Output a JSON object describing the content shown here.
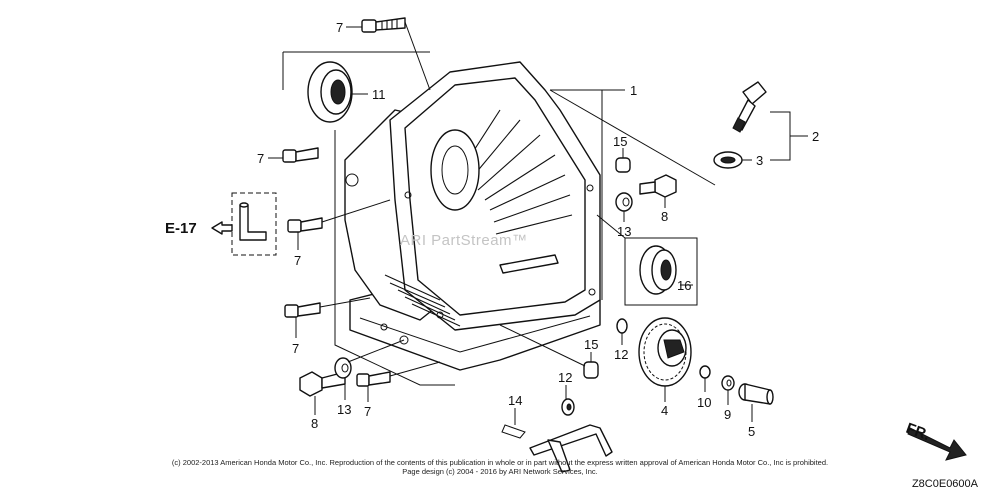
{
  "diagram": {
    "callouts": {
      "c1": "1",
      "c2": "2",
      "c3": "3",
      "c4": "4",
      "c5": "5",
      "c7_top": "7",
      "c7_left_upper": "7",
      "c7_left_mid": "7",
      "c7_left_lower": "7",
      "c7_bottom": "7",
      "c8_right": "8",
      "c8_bottom": "8",
      "c9": "9",
      "c10": "10",
      "c11": "11",
      "c12_upper": "12",
      "c12_lower": "12",
      "c13_right": "13",
      "c13_bottom": "13",
      "c14": "14",
      "c15_upper": "15",
      "c15_lower": "15",
      "c16": "16"
    },
    "reference_label": "E-17",
    "direction_label": "FR.",
    "watermark": "ARI PartStream™",
    "copyright_line1": "(c) 2002-2013 American Honda Motor Co., Inc. Reproduction of the contents of this publication in whole or in part without the express written approval of American Honda Motor Co., Inc is prohibited.",
    "copyright_line2": "Page design (c) 2004 - 2016 by ARI Network Services, Inc.",
    "drawing_code": "Z8C0E0600A"
  }
}
